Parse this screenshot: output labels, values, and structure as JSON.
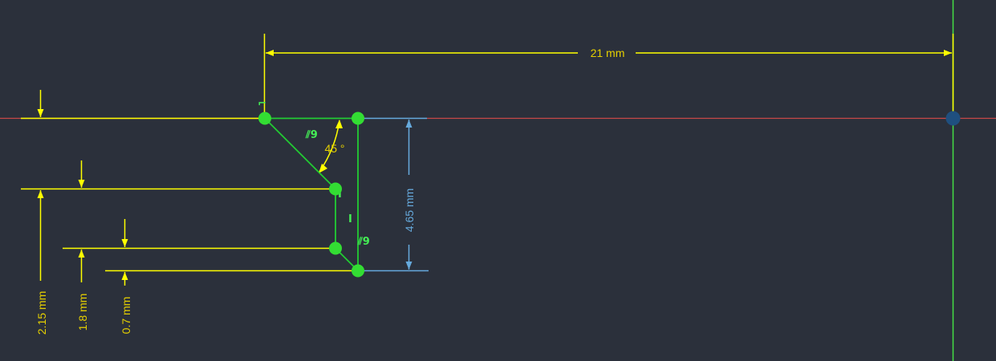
{
  "colors": {
    "background": "#2b303b",
    "dimension": "#ffff00",
    "dimension_text": "#e6d000",
    "geometry": "#22cc33",
    "constraint_point": "#33dd33",
    "origin_point": "#1f4f7f",
    "x_axis": "#c84848",
    "y_axis": "#44dd44",
    "reference_dimension": "#66aadd"
  },
  "dimensions": {
    "horizontal_total": "21 mm",
    "vertical_depth": "4.65 mm",
    "offset_a": "2.15 mm",
    "offset_b": "1.8 mm",
    "offset_c": "0.7 mm",
    "angle": "45 °"
  },
  "constraints": {
    "parallel_top": "⫽9",
    "parallel_right": "⫽9",
    "vertical_mark": "I",
    "vertical_mark_small": "I",
    "coincident_mark": "⌐"
  },
  "icons": {
    "origin": "origin-point-icon",
    "vertex": "vertex-point-icon"
  }
}
